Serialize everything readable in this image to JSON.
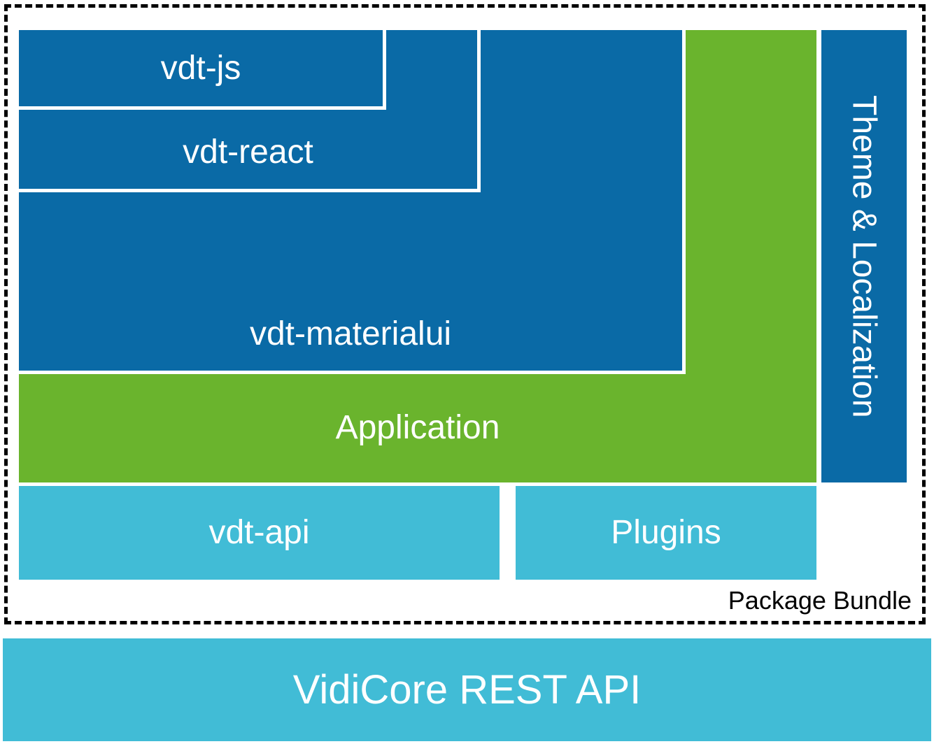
{
  "colors": {
    "dark_blue": "#0a6aa6",
    "light_blue": "#41bcd6",
    "green": "#6ab42d",
    "frame": "#000000"
  },
  "blocks": {
    "vdt_js": "vdt-js",
    "vdt_react": "vdt-react",
    "vdt_materialui": "vdt-materialui",
    "application": "Application",
    "theme_localization": "Theme & Localization",
    "vdt_api": "vdt-api",
    "plugins": "Plugins"
  },
  "labels": {
    "package_bundle": "Package Bundle",
    "vidicore_rest_api": "VidiCore REST API"
  }
}
